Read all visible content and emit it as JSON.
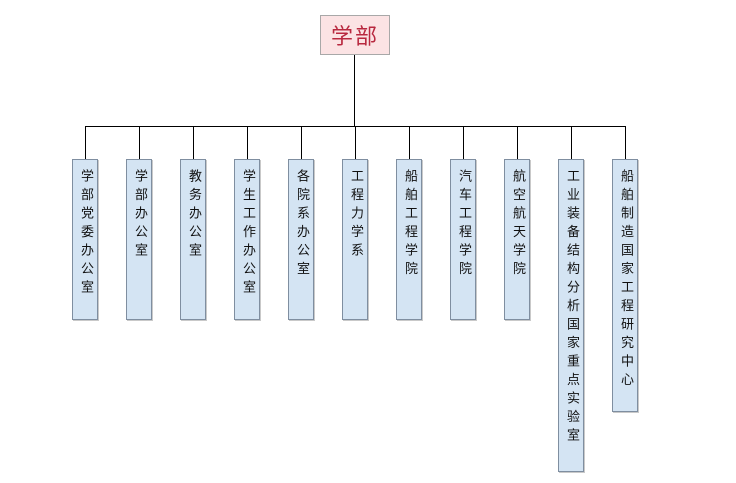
{
  "root": {
    "label": "学部"
  },
  "children": [
    {
      "label": "学部党委办公室"
    },
    {
      "label": "学部办公室"
    },
    {
      "label": "教务办公室"
    },
    {
      "label": "学生工作办公室"
    },
    {
      "label": "各院系办公室"
    },
    {
      "label": "工程力学系"
    },
    {
      "label": "船舶工程学院"
    },
    {
      "label": "汽车工程学院"
    },
    {
      "label": "航空航天学院"
    },
    {
      "label": "工业装备结构分析国家重点实验室"
    },
    {
      "label": "船舶制造国家工程研究中心"
    }
  ],
  "colors": {
    "root_fill": "#fbe3e4",
    "root_text": "#b8283f",
    "child_fill": "#d4e4f3",
    "connector": "#000000"
  }
}
